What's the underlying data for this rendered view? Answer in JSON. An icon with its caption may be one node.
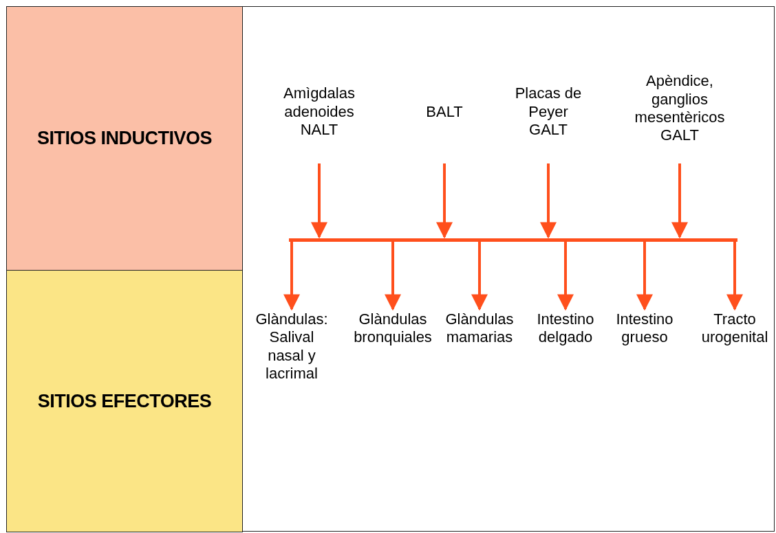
{
  "diagram": {
    "nodes": [
      {
        "text": [
          "SITIOS INDUCTIVOS"
        ]
      },
      {
        "text": [
          "SITIOS EFECTORES"
        ]
      },
      {
        "text": [
          "Amìgdalas adenoides NALT"
        ]
      },
      {
        "text": [
          "BALT"
        ]
      },
      {
        "text": [
          "Placas de Peyer GALT"
        ]
      },
      {
        "text": [
          "Apèndice, ganglios mesentèricos GALT"
        ]
      },
      {
        "text": [],
        "shape": "bar"
      },
      {
        "text": [
          "Glàndulas: Salival nasal y lacrimal"
        ]
      },
      {
        "text": [
          "Glàndulas bronquiales"
        ]
      },
      {
        "text": [
          "Glàndulas mamarias"
        ]
      },
      {
        "text": [
          "Intestino delgado"
        ]
      },
      {
        "text": [
          "Intestino grueso"
        ]
      },
      {
        "text": [
          "Tracto urogenital"
        ]
      }
    ],
    "edges": [
      {
        "from": 2,
        "to": 6,
        "arrow": "to"
      },
      {
        "from": 3,
        "to": 6,
        "arrow": "to"
      },
      {
        "from": 4,
        "to": 6,
        "arrow": "to"
      },
      {
        "from": 5,
        "to": 6,
        "arrow": "to"
      },
      {
        "from": 6,
        "to": 7,
        "arrow": "to"
      },
      {
        "from": 6,
        "to": 8,
        "arrow": "to"
      },
      {
        "from": 6,
        "to": 9,
        "arrow": "to"
      },
      {
        "from": 6,
        "to": 10,
        "arrow": "to"
      },
      {
        "from": 6,
        "to": 11,
        "arrow": "to"
      },
      {
        "from": 6,
        "to": 12,
        "arrow": "to"
      }
    ]
  }
}
